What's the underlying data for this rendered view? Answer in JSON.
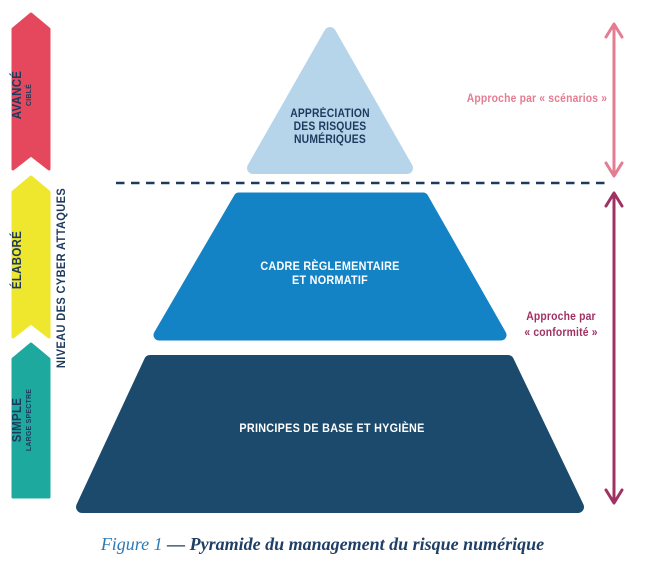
{
  "colors": {
    "red": "#e5485c",
    "yellow": "#efe72d",
    "teal": "#1ea99e",
    "lightblue": "#b7d5ea",
    "midblue": "#1383c6",
    "darkblue": "#1c4a6d",
    "navy": "#1c3a5e",
    "pink": "#e57c92",
    "maroon": "#a03263",
    "capblue": "#2e7ab5",
    "capnavy": "#1f3f66"
  },
  "axis": {
    "label": "NIVEAU DES CYBER ATTAQUES",
    "levels": [
      {
        "title": "AVANCÉ",
        "subtitle": "CIBLÉ",
        "color": "#e5485c"
      },
      {
        "title": "ÉLABORÉ",
        "subtitle": "",
        "color": "#efe72d"
      },
      {
        "title": "SIMPLE",
        "subtitle": "LARGE SPECTRE",
        "color": "#1ea99e"
      }
    ]
  },
  "pyramid": {
    "levels": [
      {
        "name": "top",
        "color": "#b7d5ea",
        "lines": [
          "APPRÉCIATION",
          "DES RISQUES",
          "NUMÉRIQUES"
        ]
      },
      {
        "name": "middle",
        "color": "#1383c6",
        "lines": [
          "CADRE RÈGLEMENTAIRE",
          "ET NORMATIF"
        ]
      },
      {
        "name": "bottom",
        "color": "#1c4a6d",
        "lines": [
          "PRINCIPES DE BASE ET HYGIÈNE"
        ]
      }
    ]
  },
  "annotations": {
    "scenarios": {
      "lines": [
        "Approche par « scénarios »"
      ],
      "color": "#e57c92"
    },
    "conformity": {
      "lines": [
        "Approche par",
        "« conformité »"
      ],
      "color": "#a03263"
    }
  },
  "caption": {
    "prefix": "Figure 1",
    "title": "— Pyramide du management du risque numérique"
  }
}
